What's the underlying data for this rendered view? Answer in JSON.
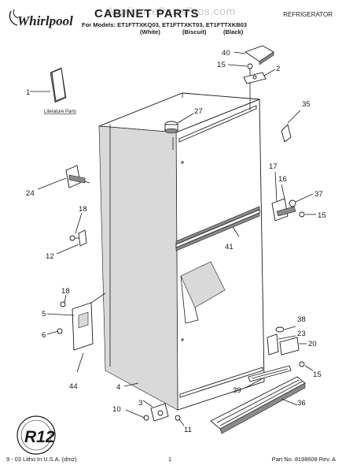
{
  "header": {
    "brand": "Whirlpool",
    "watermark": "AppliancePartsPros.com",
    "title": "CABINET PARTS",
    "category": "REFRIGERATOR",
    "models_line": "For Models: ET1FTTXKQ03, ET1FTTXKT03, ET1FTTXKB03",
    "colors": [
      "(White)",
      "(Biscuit)",
      "(Black)"
    ]
  },
  "labels": {
    "literature_parts": "Literature Parts",
    "badge": "R12"
  },
  "callouts": {
    "p1": "1",
    "p2": "2",
    "p3": "3",
    "p4": "4",
    "p5": "5",
    "p6": "6",
    "p10": "10",
    "p11": "11",
    "p12": "12",
    "p15a": "15",
    "p15b": "15",
    "p15c": "15",
    "p16": "16",
    "p17": "17",
    "p18a": "18",
    "p18b": "18",
    "p20": "20",
    "p23": "23",
    "p24": "24",
    "p27": "27",
    "p35": "35",
    "p36": "36",
    "p37": "37",
    "p38": "38",
    "p39": "39",
    "p40": "40",
    "p41": "41",
    "p44": "44"
  },
  "footer": {
    "litho": "9 - 03 Litho In U.S.A. (dmz)",
    "page": "1",
    "part_no": "Part No. 8198608 Rev. A"
  }
}
